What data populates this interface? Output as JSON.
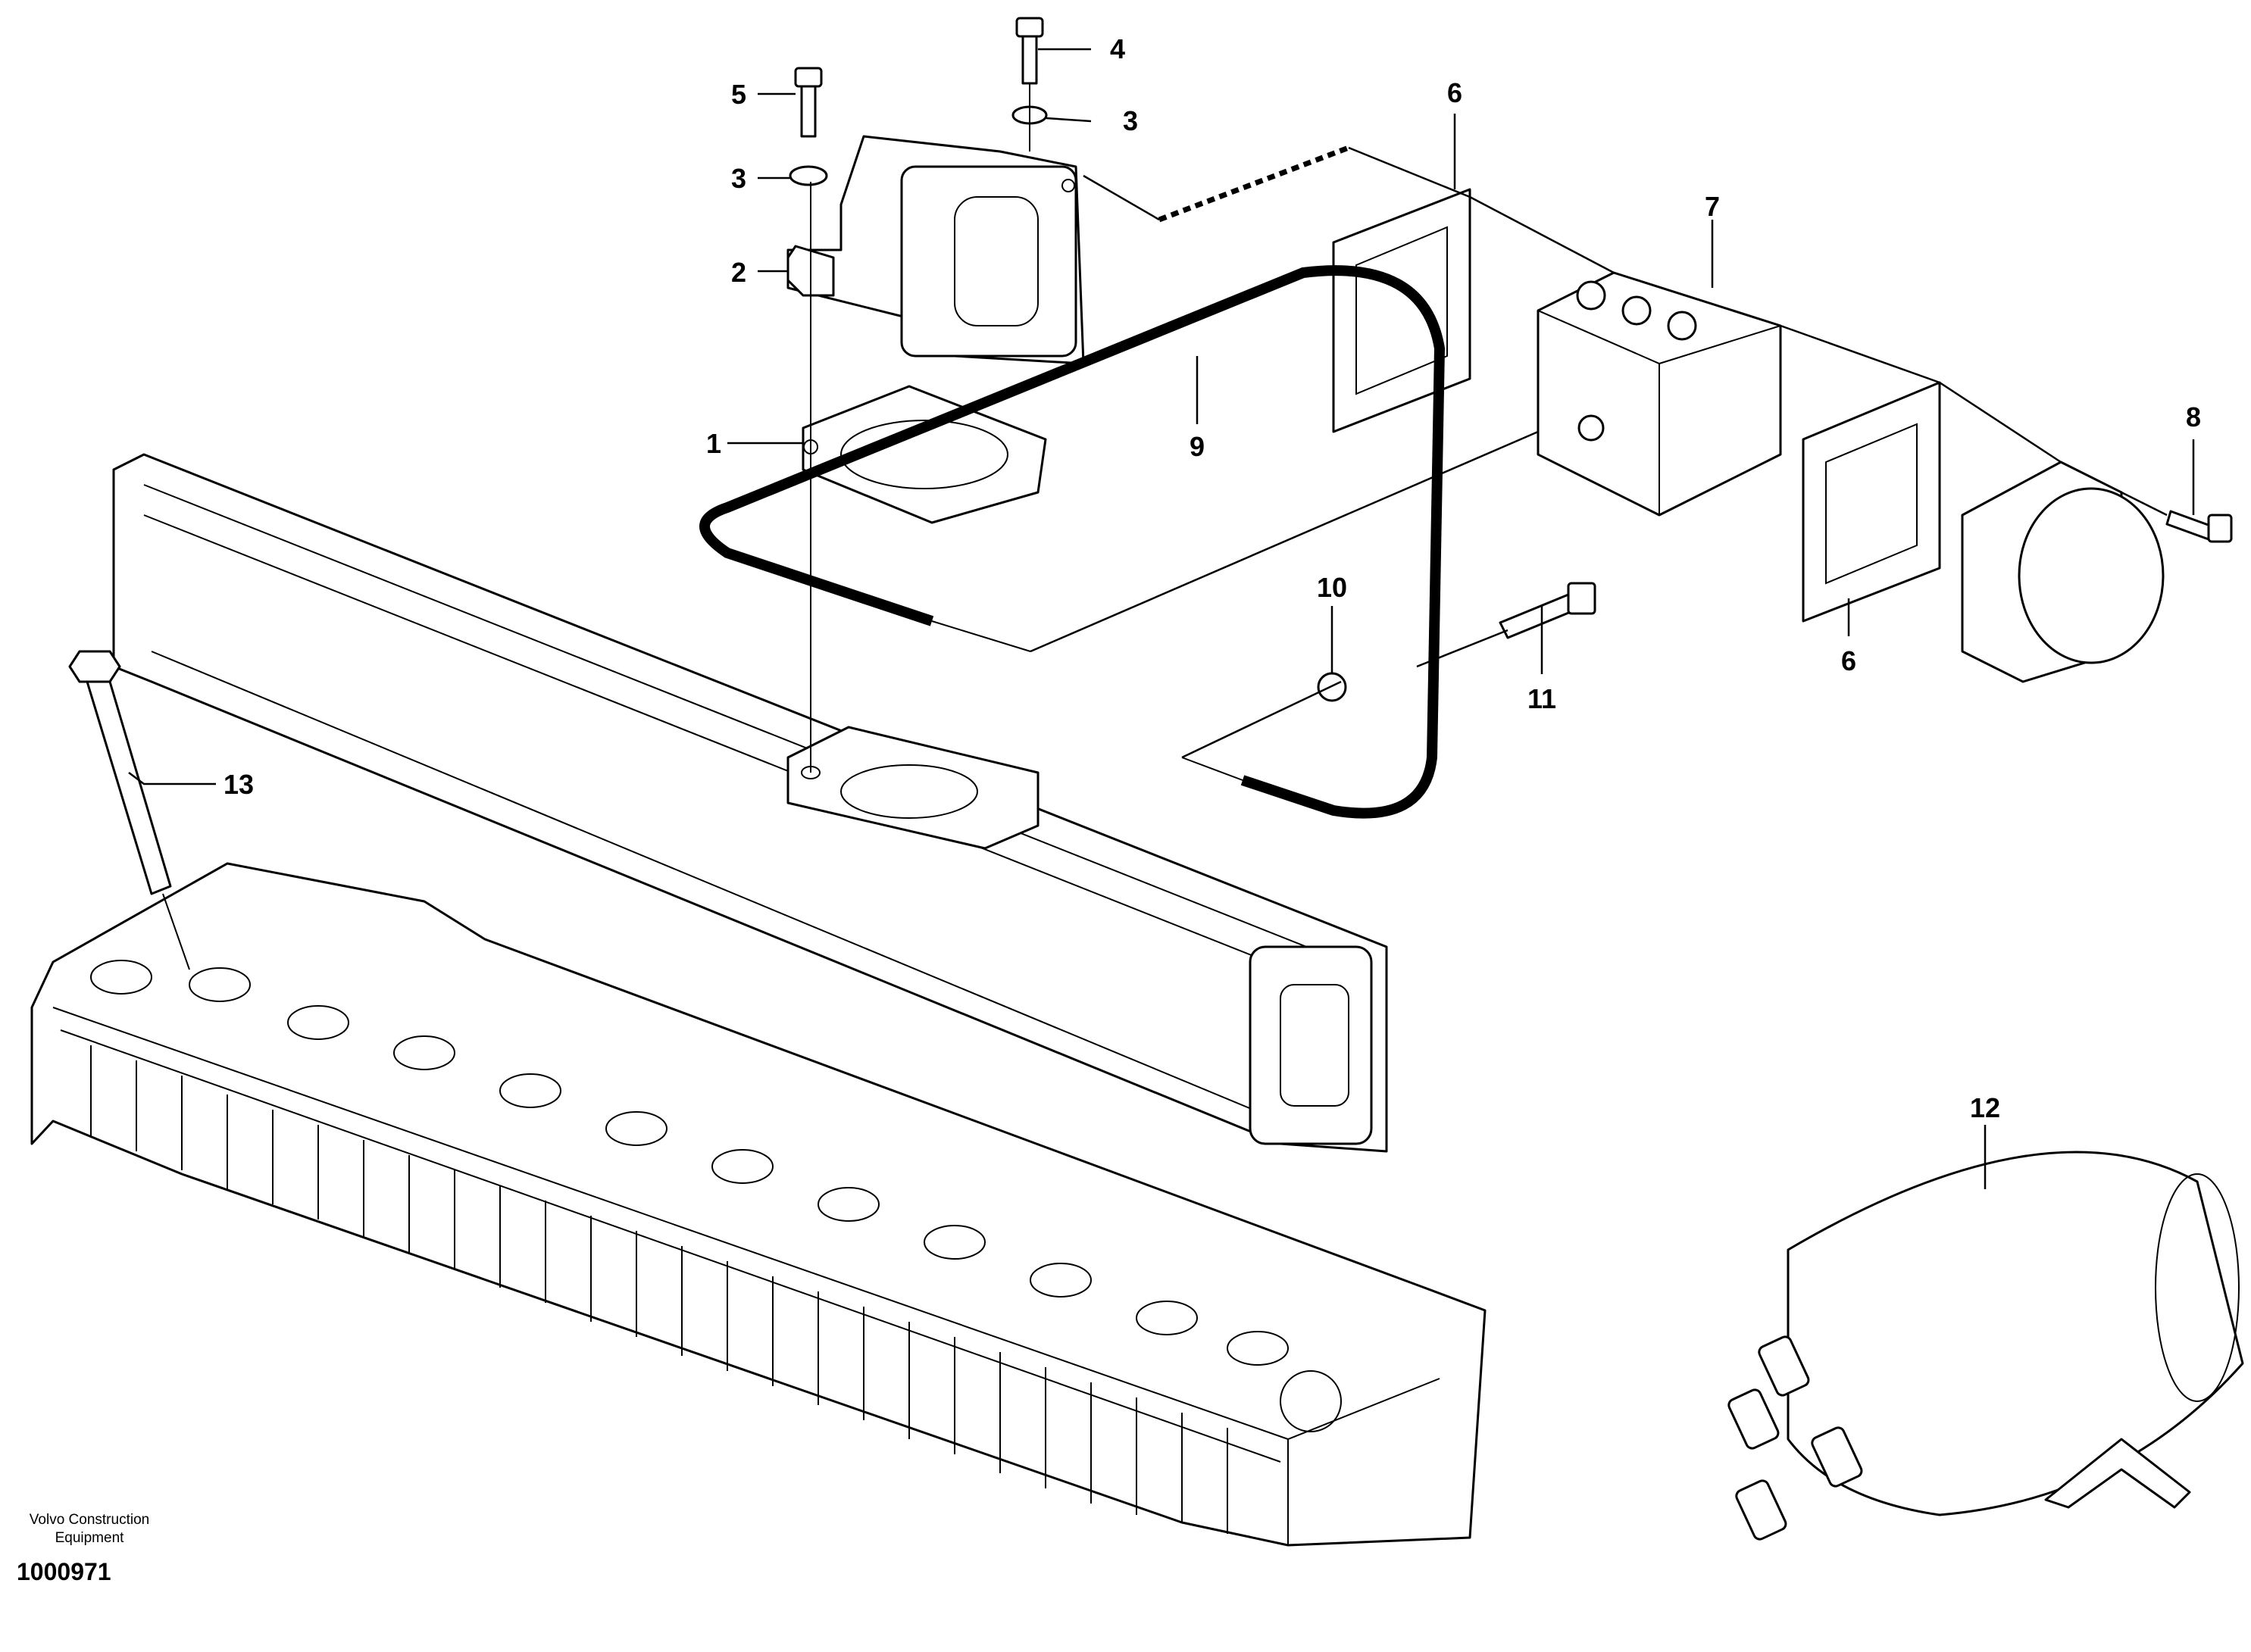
{
  "callouts": [
    "1",
    "2",
    "3",
    "3",
    "4",
    "5",
    "6",
    "6",
    "7",
    "8",
    "9",
    "10",
    "11",
    "12",
    "13"
  ],
  "footer": {
    "company_line1": "Volvo Construction",
    "company_line2": "Equipment",
    "figure_number": "1000971"
  }
}
